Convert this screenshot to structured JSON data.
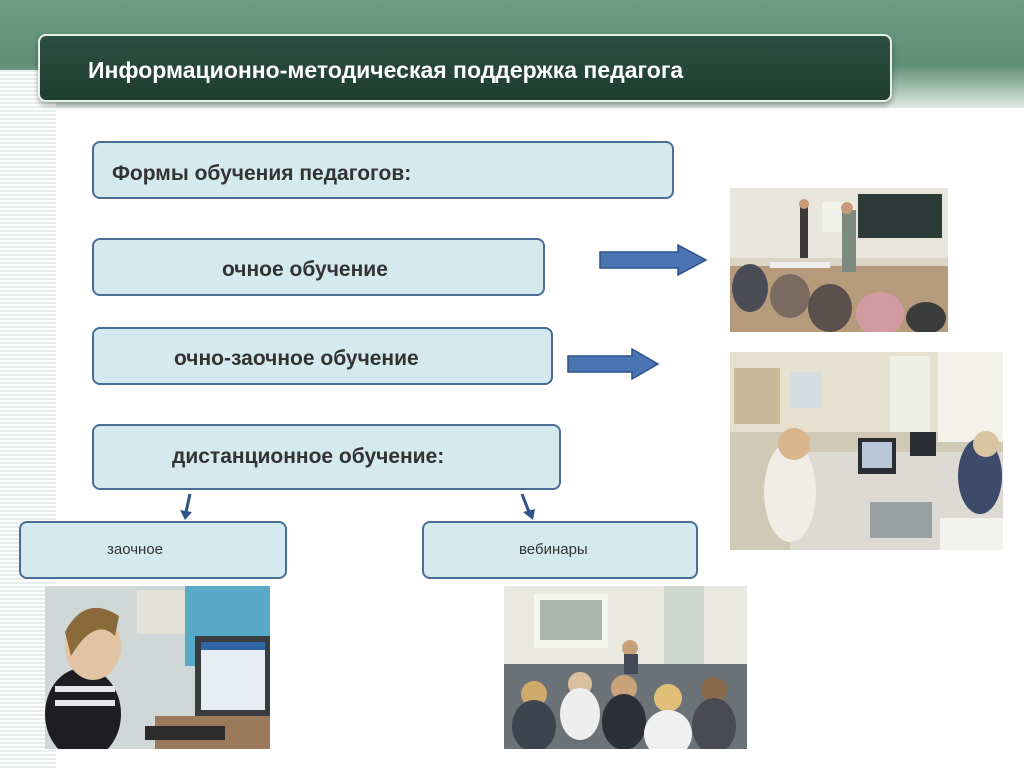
{
  "header": {
    "title": "Информационно-методическая поддержка педагога"
  },
  "main": {
    "heading": "Формы обучения  педагогов:",
    "forms": [
      {
        "label": "очное обучение"
      },
      {
        "label": "очно-заочное обучение"
      },
      {
        "label": "дистанционное обучение:"
      }
    ],
    "distance_types": [
      {
        "label": "заочное"
      },
      {
        "label": "вебинары"
      }
    ]
  },
  "colors": {
    "header_background": "#1f3d31",
    "box_fill": "#d5eaee",
    "box_border": "#4a6d96",
    "arrow": "#4a74b4"
  }
}
